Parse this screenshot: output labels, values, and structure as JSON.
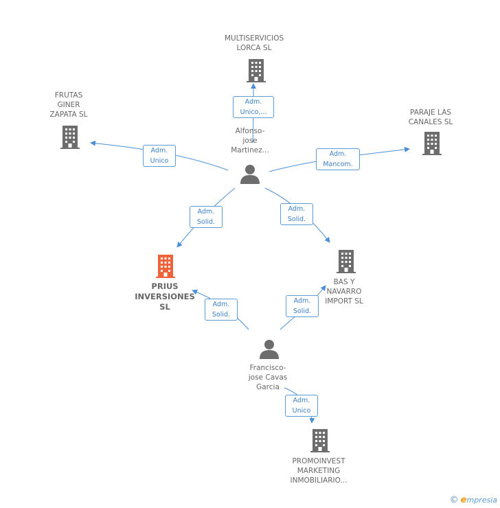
{
  "nodes": {
    "multiservicios": {
      "lines": [
        "MULTISERVICIOS",
        "LORCA SL"
      ]
    },
    "frutas": {
      "lines": [
        "FRUTAS",
        "GINER",
        "ZAPATA SL"
      ]
    },
    "paraje": {
      "lines": [
        "PARAJE LAS",
        "CANALES SL"
      ]
    },
    "alfonso": {
      "lines": [
        "Alfonso-",
        "jose",
        "Martinez..."
      ]
    },
    "prius": {
      "lines": [
        "PRIUS",
        "INVERSIONES",
        "SL"
      ]
    },
    "bas": {
      "lines": [
        "BAS Y",
        "NAVARRO",
        "IMPORT SL"
      ]
    },
    "francisco": {
      "lines": [
        "Francisco-",
        "jose Cavas",
        "Garcia"
      ]
    },
    "promoinvest": {
      "lines": [
        "PROMOINVEST",
        "MARKETING",
        "INMOBILIARIO..."
      ]
    }
  },
  "edges": {
    "alfonso_multiservicios": {
      "lines": [
        "Adm.",
        "Unico,..."
      ]
    },
    "alfonso_frutas": {
      "lines": [
        "Adm.",
        "Unico"
      ]
    },
    "alfonso_paraje": {
      "lines": [
        "Adm.",
        "Mancom."
      ]
    },
    "alfonso_prius": {
      "lines": [
        "Adm.",
        "Solid."
      ]
    },
    "alfonso_bas": {
      "lines": [
        "Adm.",
        "Solid."
      ]
    },
    "francisco_prius": {
      "lines": [
        "Adm.",
        "Solid."
      ]
    },
    "francisco_bas": {
      "lines": [
        "Adm.",
        "Solid."
      ]
    },
    "francisco_promoinvest": {
      "lines": [
        "Adm.",
        "Unico"
      ]
    }
  },
  "footer": {
    "copyright": "©",
    "brand_initial": "e",
    "brand_rest": "mpresia"
  },
  "colors": {
    "edge": "#4a8fd8",
    "building": "#6d6d6d",
    "building_main": "#f0633a",
    "person": "#6d6d6d"
  }
}
